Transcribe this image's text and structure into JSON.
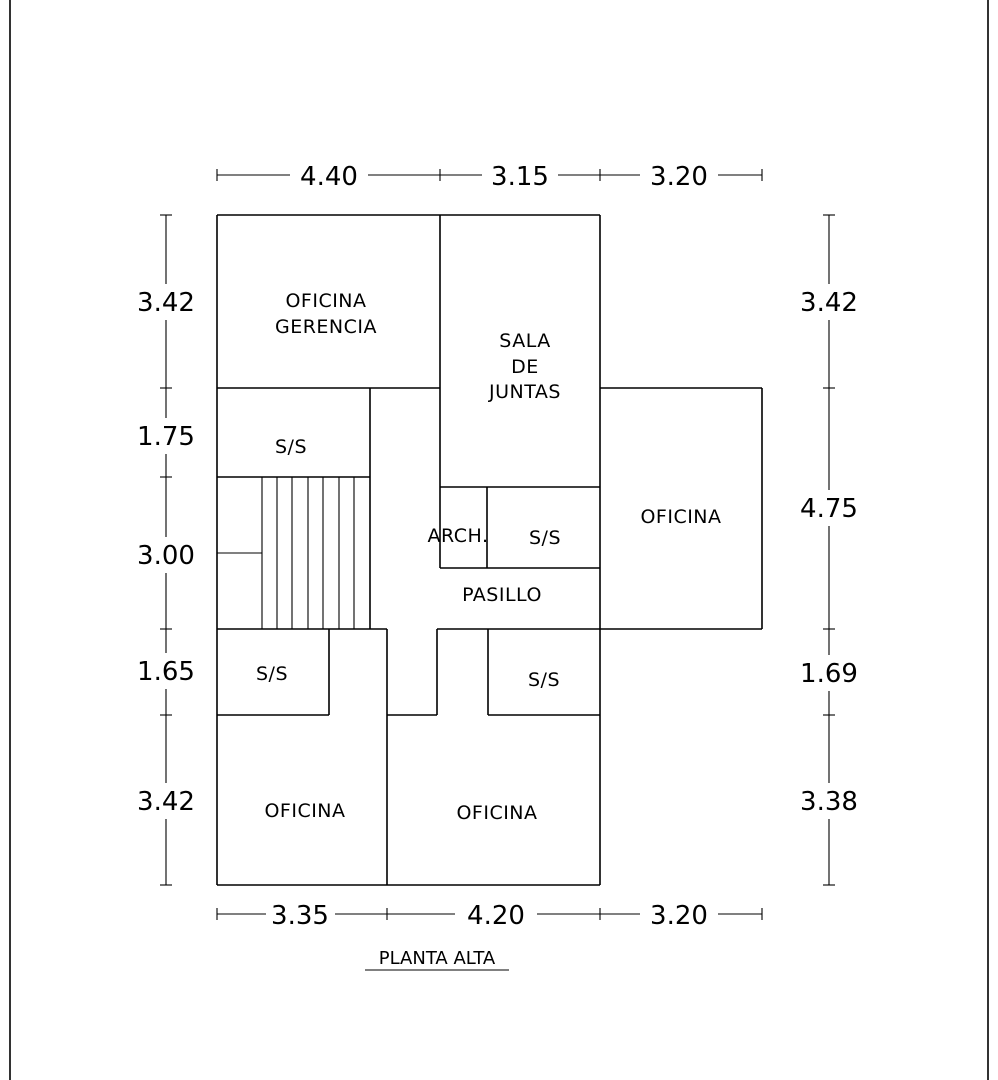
{
  "rooms": {
    "oficina_gerencia": [
      "OFICINA",
      "GERENCIA"
    ],
    "sala_de_juntas": [
      "SALA",
      "DE",
      "JUNTAS"
    ],
    "ss_upper_left": "S/S",
    "arch": "ARCH.",
    "ss_center": "S/S",
    "oficina_right": "OFICINA",
    "pasillo": "PASILLO",
    "ss_lower_left": "S/S",
    "ss_lower_right": "S/S",
    "oficina_bottom_left": "OFICINA",
    "oficina_bottom_center": "OFICINA"
  },
  "dimensions": {
    "top": [
      "4.40",
      "3.15",
      "3.20"
    ],
    "bottom": [
      "3.35",
      "4.20",
      "3.20"
    ],
    "left": [
      "3.42",
      "1.75",
      "3.00",
      "1.65",
      "3.42"
    ],
    "right": [
      "3.42",
      "4.75",
      "1.69",
      "3.38"
    ]
  },
  "title": "PLANTA ALTA"
}
